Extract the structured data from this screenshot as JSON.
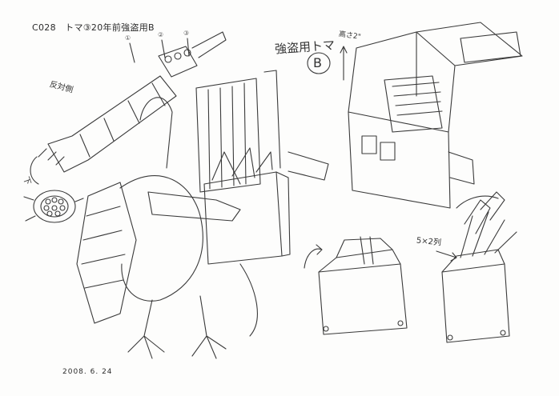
{
  "sheet": {
    "header": "C028　トマ③20年前強盗用B",
    "date": "2008.  6.  24"
  },
  "notes": {
    "title_note": "強盗用トマ",
    "variant_badge": "B",
    "height_note": "高さ2\"",
    "side_view_note": "反対側",
    "underside_note": "下",
    "grid_note": "5×2列",
    "callout_1": "①",
    "callout_2": "②",
    "callout_3": "③"
  },
  "icons": {
    "main_drawing": "armored-bird-with-backpack",
    "launcher_drawing": "rocket-launcher-tube",
    "muzzle_drawing": "launcher-muzzle-closeup",
    "crate_drawing": "open-ammo-crate",
    "bag_drawing": "tool-bag",
    "bag_full_drawing": "tool-bag-with-weapons"
  },
  "colors": {
    "ink": "#2b2b2b",
    "paper": "#fdfdfc"
  }
}
